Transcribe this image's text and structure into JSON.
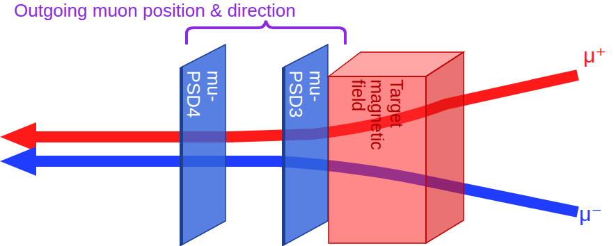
{
  "diagram": {
    "nodes": [
      {
        "text": [
          "mu-PSD4"
        ]
      },
      {
        "text": [
          "mu-PSD3"
        ]
      },
      {
        "text": [
          "Target magnetic field"
        ]
      }
    ],
    "labels": [
      "Outgoing muon position & direction",
      "μ⁺",
      "μ⁻"
    ]
  }
}
